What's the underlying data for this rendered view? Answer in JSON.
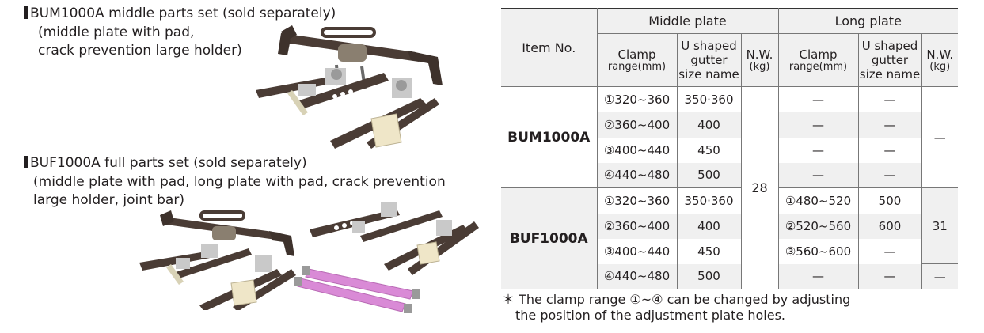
{
  "sections": {
    "bum": {
      "title": "BUM1000A middle parts set (sold separately)",
      "line1": "(middle plate with pad,",
      "line2": "crack prevention large holder)"
    },
    "buf": {
      "title": "BUF1000A full parts set (sold separately)",
      "line1": "(middle plate with pad, long plate with pad, crack prevention",
      "line2": "large holder, joint bar)"
    }
  },
  "table": {
    "item_no": "Item No.",
    "middle_plate": "Middle plate",
    "long_plate": "Long plate",
    "clamp": "Clamp",
    "range_mm": "range(mm)",
    "u_shaped": "U shaped",
    "gutter": "gutter",
    "size_name": "size name",
    "nw": "N.W.",
    "kg": "(kg)",
    "bum": {
      "name": "BUM1000A",
      "rows": [
        {
          "clamp": "①320~360",
          "size": "350·360",
          "lclamp": "—",
          "lsize": "—"
        },
        {
          "clamp": "②360~400",
          "size": "400",
          "lclamp": "—",
          "lsize": "—"
        },
        {
          "clamp": "③400~440",
          "size": "450",
          "lclamp": "—",
          "lsize": "—"
        },
        {
          "clamp": "④440~480",
          "size": "500",
          "lclamp": "—",
          "lsize": "—"
        }
      ],
      "long_nw": "—"
    },
    "buf": {
      "name": "BUF1000A",
      "rows": [
        {
          "clamp": "①320~360",
          "size": "350·360",
          "lclamp": "①480~520",
          "lsize": "500"
        },
        {
          "clamp": "②360~400",
          "size": "400",
          "lclamp": "②520~560",
          "lsize": "600"
        },
        {
          "clamp": "③400~440",
          "size": "450",
          "lclamp": "③560~600",
          "lsize": "—"
        },
        {
          "clamp": "④440~480",
          "size": "500",
          "lclamp": "—",
          "lsize": "—"
        }
      ],
      "long_nw": "31",
      "long_nw_last": "—"
    },
    "middle_nw": "28"
  },
  "note": {
    "line1": "＊ The clamp range ①~④ can be changed by adjusting",
    "line2": "the position of the adjustment plate holes."
  },
  "colors": {
    "plate": "#4a3c35",
    "bracket": "#c9c9c9",
    "pad": "#efe6c8",
    "joint_bar": "#d98ad6"
  }
}
